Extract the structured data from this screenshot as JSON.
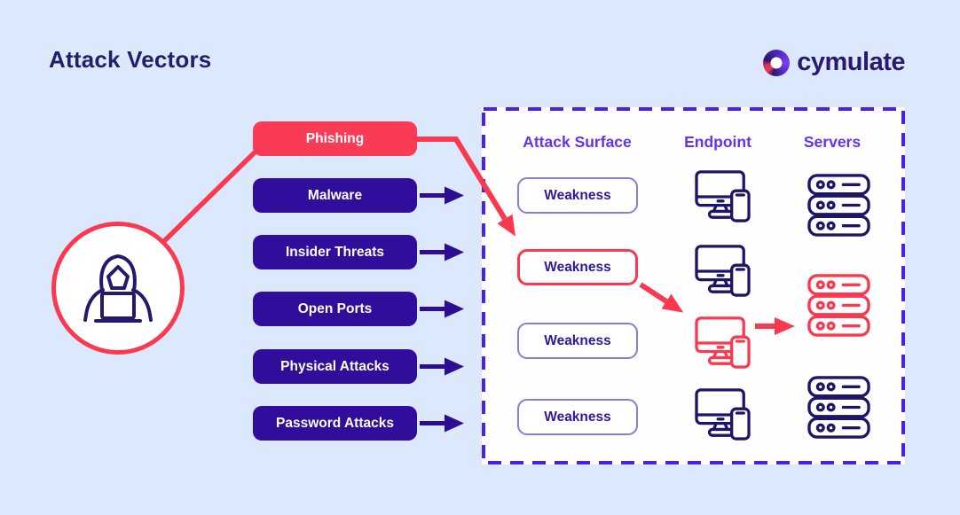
{
  "header": {
    "title": "Attack Vectors",
    "logo_text": "cymulate"
  },
  "attack_vectors": [
    {
      "label": "Phishing",
      "highlighted": true
    },
    {
      "label": "Malware",
      "highlighted": false
    },
    {
      "label": "Insider Threats",
      "highlighted": false
    },
    {
      "label": "Open Ports",
      "highlighted": false
    },
    {
      "label": "Physical Attacks",
      "highlighted": false
    },
    {
      "label": "Password Attacks",
      "highlighted": false
    }
  ],
  "diagram": {
    "column_headers": [
      "Attack Surface",
      "Endpoint",
      "Servers"
    ],
    "weakness_label": "Weakness",
    "rows": [
      {
        "weakness": "normal",
        "endpoint": "normal",
        "servers": "normal"
      },
      {
        "weakness": "compromised",
        "endpoint": "normal"
      },
      {
        "weakness": "normal",
        "endpoint": "compromised",
        "servers": "compromised"
      },
      {
        "weakness": "normal",
        "endpoint": "normal",
        "servers": "normal"
      }
    ]
  },
  "icons": {
    "logo": "cymulate-ring-icon",
    "attacker": "hacker-icon",
    "endpoint": "desktop-phone-icon",
    "servers": "server-stack-icon",
    "flow": "arrow-right-icon"
  },
  "colors": {
    "background": "#DCE8FB",
    "panel_background": "#FFFFFF",
    "accent_red": "#F9394F",
    "indigo_pill": "#300D9B",
    "panel_border": "#4B20EB",
    "column_header": "#6433EA",
    "weakness_text": "#31189E",
    "weakness_border": "#8C7BDA",
    "icon_navy": "#1D1667",
    "title_navy": "#1E2167"
  }
}
